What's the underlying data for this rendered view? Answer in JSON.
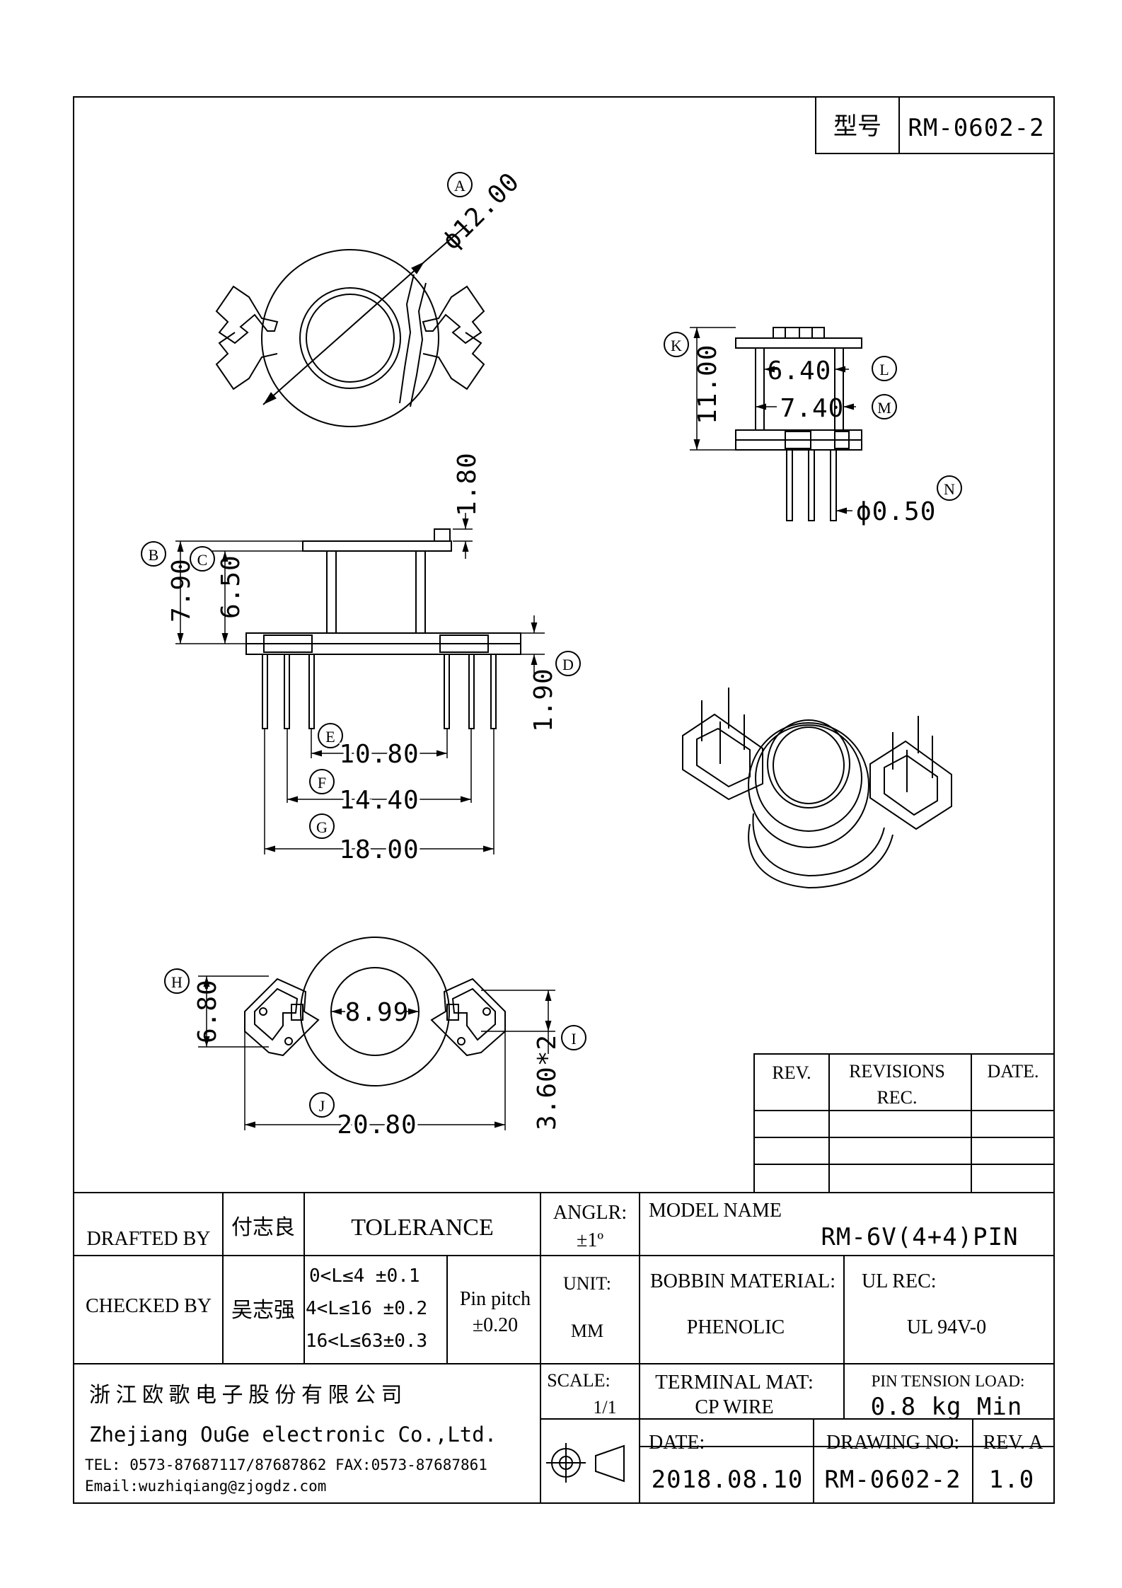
{
  "header": {
    "model_label": "型号",
    "model_value": "RM-0602-2"
  },
  "top_view": {
    "label_a": "A",
    "diameter": "ϕ12.00"
  },
  "side_view": {
    "label_b": "B",
    "label_c": "C",
    "label_d": "D",
    "label_e": "E",
    "label_f": "F",
    "label_g": "G",
    "dim_b": "7.90",
    "dim_c": "6.50",
    "dim_top": "1.80",
    "dim_d": "1.90",
    "dim_e": "10.80",
    "dim_f": "14.40",
    "dim_g": "18.00"
  },
  "front_view": {
    "label_k": "K",
    "label_l": "L",
    "label_m": "M",
    "label_n": "N",
    "dim_k": "11.00",
    "dim_l": "6.40",
    "dim_m": "7.40",
    "dim_n": "ϕ0.50"
  },
  "bottom_view": {
    "label_h": "H",
    "label_i": "I",
    "label_j": "J",
    "dim_h": "6.80",
    "dim_center": "8.99",
    "dim_i": "3.60*2",
    "dim_j": "20.80"
  },
  "revisions": {
    "headers": [
      "REV.",
      "REVISIONS",
      "REC.",
      "DATE."
    ],
    "rows": 3
  },
  "title_block": {
    "drafted_by_label": "DRAFTED BY",
    "drafted_by": "付志良",
    "checked_by_label": "CHECKED BY",
    "checked_by": "吴志强",
    "tolerance_label": "TOLERANCE",
    "tolerances": [
      "0<L≤4  ±0.1",
      "4<L≤16  ±0.2",
      "16<L≤63±0.3"
    ],
    "pin_pitch_label": "Pin pitch",
    "pin_pitch_value": "±0.20",
    "angle_label": "ANGLR:",
    "angle_value": "±1º",
    "unit_label": "UNIT:",
    "unit_value": "MM",
    "model_name_label": "MODEL NAME",
    "model_name": "RM-6V(4+4)PIN",
    "bobbin_material_label": "BOBBIN MATERIAL:",
    "bobbin_material": "PHENOLIC",
    "ul_rec_label": "UL REC:",
    "ul_rec": "UL 94V-0",
    "company_cn": "浙 江 欧 歌 电 子 股 份 有 限 公 司",
    "company_en": "Zhejiang OuGe electronic Co.,Ltd.",
    "tel": "TEL: 0573-87687117/87687862  FAX:0573-87687861",
    "email": "Email:wuzhiqiang@zjogdz.com",
    "scale_label": "SCALE:",
    "scale_value": "1/1",
    "terminal_mat_label": "TERMINAL MAT:",
    "terminal_mat": "CP WIRE",
    "pin_tension_label": "PIN TENSION LOAD:",
    "pin_tension": "0.8 kg Min",
    "date_label": "DATE:",
    "date_value": "2018.08.10",
    "drawing_no_label": "DRAWING NO:",
    "drawing_no": "RM-0602-2",
    "rev_label": "REV. A",
    "rev_value": "1.0"
  },
  "colors": {
    "ink": "#000000",
    "paper": "#ffffff"
  }
}
